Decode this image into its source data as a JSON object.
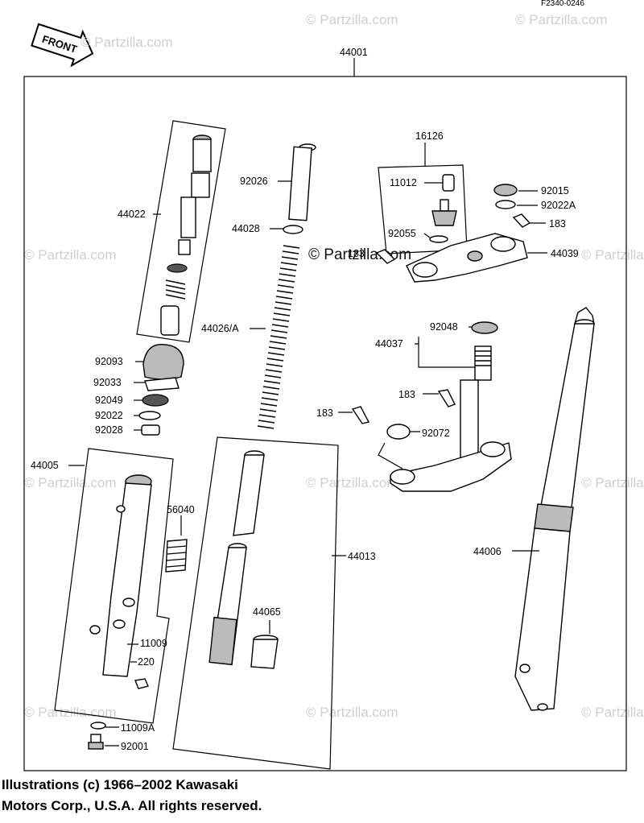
{
  "diagram_code": "F2340-0246",
  "front_label": "FRONT",
  "watermark": "© Partzilla.com",
  "parts": {
    "p44001": "44001",
    "p16126": "16126",
    "p11012": "11012",
    "p92015": "92015",
    "p92022A": "92022A",
    "p183_top": "183",
    "p92055": "92055",
    "p183_mid": "183",
    "p44039": "44039",
    "p92026": "92026",
    "p44022": "44022",
    "p44028": "44028",
    "p44026A": "44026/A",
    "p92048": "92048",
    "p44037": "44037",
    "p92093": "92093",
    "p92033": "92033",
    "p183_right": "183",
    "p92049": "92049",
    "p183_left": "183",
    "p92022": "92022",
    "p92072": "92072",
    "p92028": "92028",
    "p44005": "44005",
    "p56040": "56040",
    "p44013": "44013",
    "p44006": "44006",
    "p44065": "44065",
    "p11009": "11009",
    "p220": "220",
    "p11009A": "11009A",
    "p92001": "92001"
  },
  "copyright": {
    "line1": "Illustrations (c) 1966–2002 Kawasaki",
    "line2": "Motors Corp., U.S.A.  All rights reserved."
  }
}
